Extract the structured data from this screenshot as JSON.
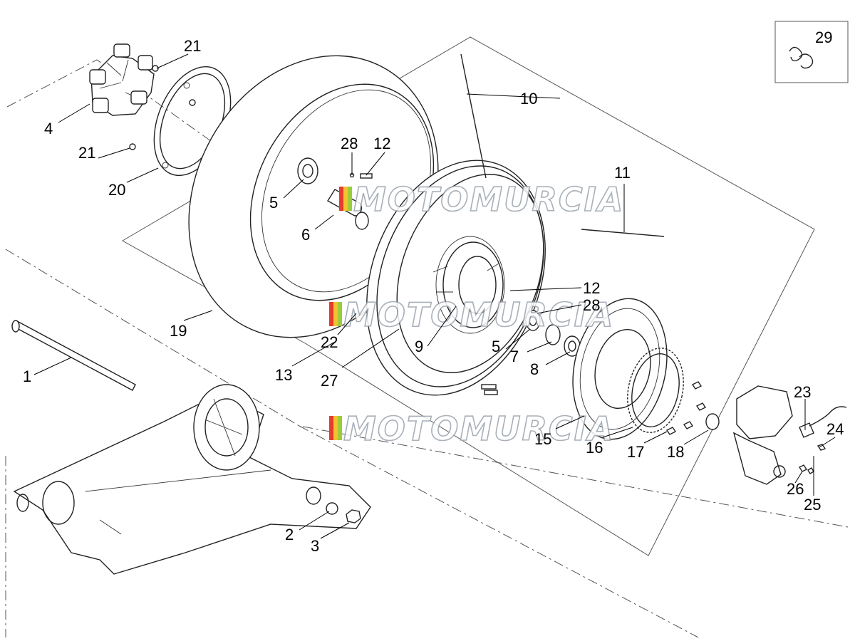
{
  "watermark": {
    "text": "MOTOMURCIA",
    "colors": [
      "#e63b2e",
      "#f2c230",
      "#9ccc3a",
      "#3ea0dc"
    ]
  },
  "callouts": {
    "c1": "1",
    "c2": "2",
    "c3": "3",
    "c4": "4",
    "c5a": "5",
    "c5b": "5",
    "c6": "6",
    "c7": "7",
    "c8": "8",
    "c9": "9",
    "c10": "10",
    "c11": "11",
    "c12a": "12",
    "c12b": "12",
    "c13": "13",
    "c15": "15",
    "c16": "16",
    "c17": "17",
    "c18": "18",
    "c19": "19",
    "c20": "20",
    "c21a": "21",
    "c21b": "21",
    "c22": "22",
    "c23": "23",
    "c24": "24",
    "c25": "25",
    "c26": "26",
    "c27": "27",
    "c28a": "28",
    "c28b": "28",
    "c29": "29"
  }
}
